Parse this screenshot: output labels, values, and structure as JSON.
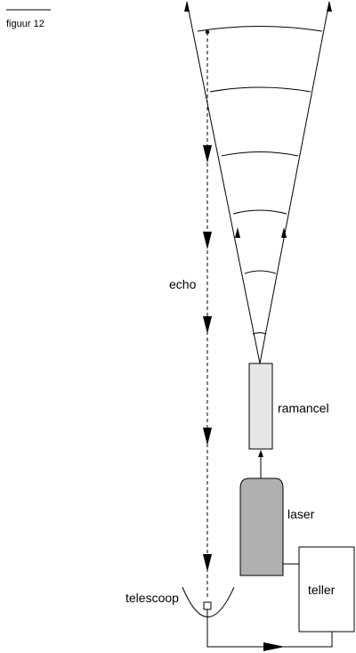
{
  "figure_label": "figuur 12",
  "labels": {
    "echo": "echo",
    "ramancel": "ramancel",
    "laser": "laser",
    "teller": "teller",
    "telescoop": "telescoop"
  },
  "colors": {
    "line": "#000000",
    "ramancel_fill": "#e6e6e6",
    "laser_fill": "#b0b0b0",
    "teller_fill": "#ffffff"
  }
}
